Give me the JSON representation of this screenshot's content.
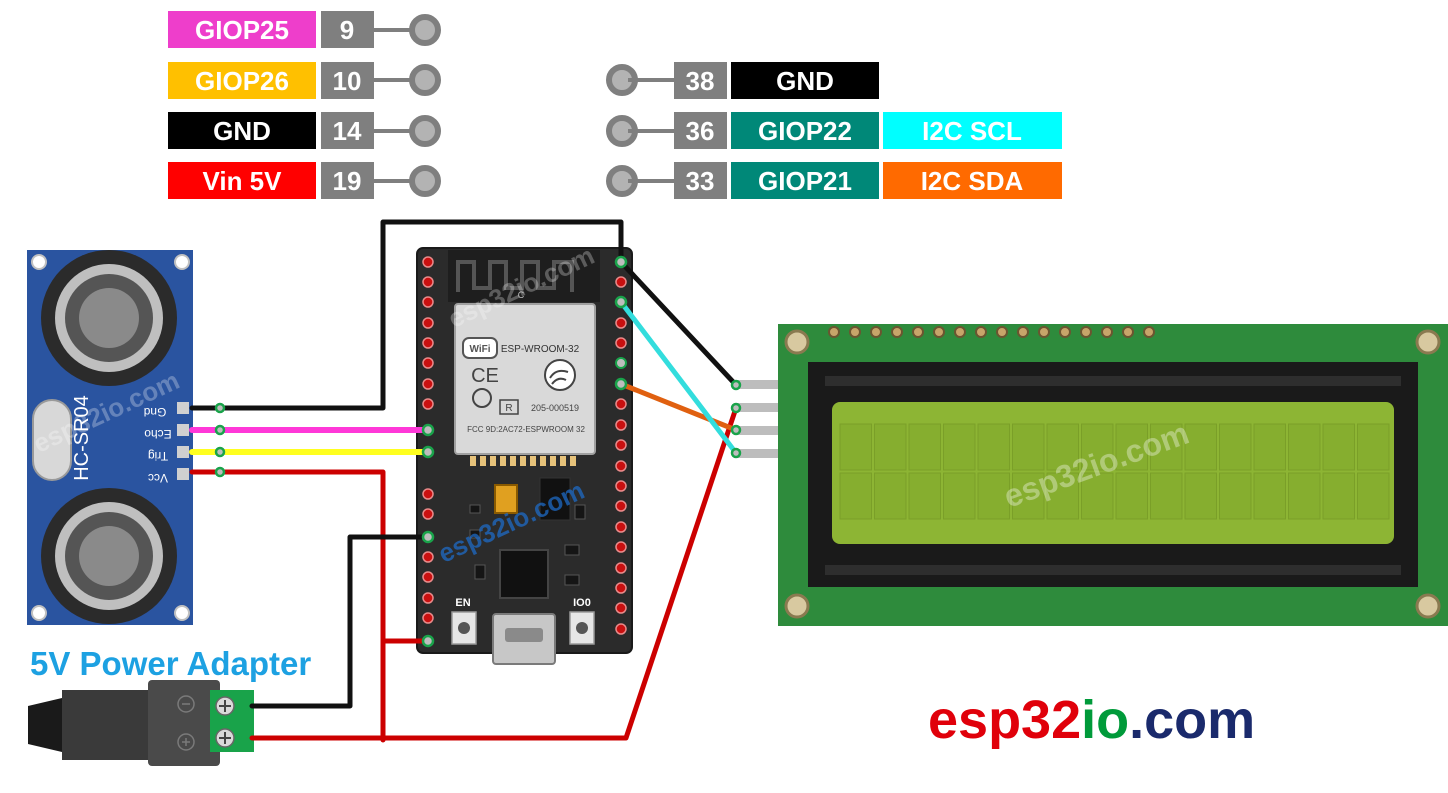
{
  "pin_legend_left": [
    {
      "signal": "GIOP25",
      "pin": "9",
      "color": "#ee3ecb",
      "text_color": "#ffffff"
    },
    {
      "signal": "GIOP26",
      "pin": "10",
      "color": "#ffc000",
      "text_color": "#ffffff"
    },
    {
      "signal": "GND",
      "pin": "14",
      "color": "#000000",
      "text_color": "#ffffff"
    },
    {
      "signal": "Vin 5V",
      "pin": "19",
      "color": "#ff0000",
      "text_color": "#ffffff"
    }
  ],
  "pin_legend_right": [
    {
      "pin": "38",
      "signal": "GND",
      "color": "#000000",
      "func": "",
      "func_color": ""
    },
    {
      "pin": "36",
      "signal": "GIOP22",
      "color": "#008878",
      "func": "I2C SCL",
      "func_color": "#00ffff"
    },
    {
      "pin": "33",
      "signal": "GIOP21",
      "color": "#008878",
      "func": "I2C SDA",
      "func_color": "#ff6a00"
    }
  ],
  "pin_number_color": "#7f7f7f",
  "sensor": {
    "model": "HC-SR04",
    "pins": [
      "Gnd",
      "Echo",
      "Trig",
      "Vcc"
    ],
    "board_color": "#2a54a0"
  },
  "esp32": {
    "module_label": "ESP-WROOM-32",
    "wifi_label": "WiFi",
    "ce_label": "CE",
    "r_label": "R",
    "cert_number": "205-000519",
    "fcc_label": "FCC 9D:2AC72-ESPWROOM 32",
    "en_label": "EN",
    "io0_label": "IO0",
    "c_label": "C"
  },
  "power_adapter": {
    "label": "5V Power Adapter",
    "label_color": "#1da1e2"
  },
  "watermark": "esp32io.com",
  "brand": {
    "part1": "esp32",
    "part2": "io",
    "part3": ".com",
    "color1": "#e0000a",
    "color2": "#009a3a",
    "color3": "#1a2a6c"
  },
  "wire_colors": {
    "black": "#111111",
    "magenta": "#ff38d8",
    "yellow": "#ffff1f",
    "red": "#cc0000",
    "cyan": "#33dddd",
    "orange": "#e06010"
  }
}
